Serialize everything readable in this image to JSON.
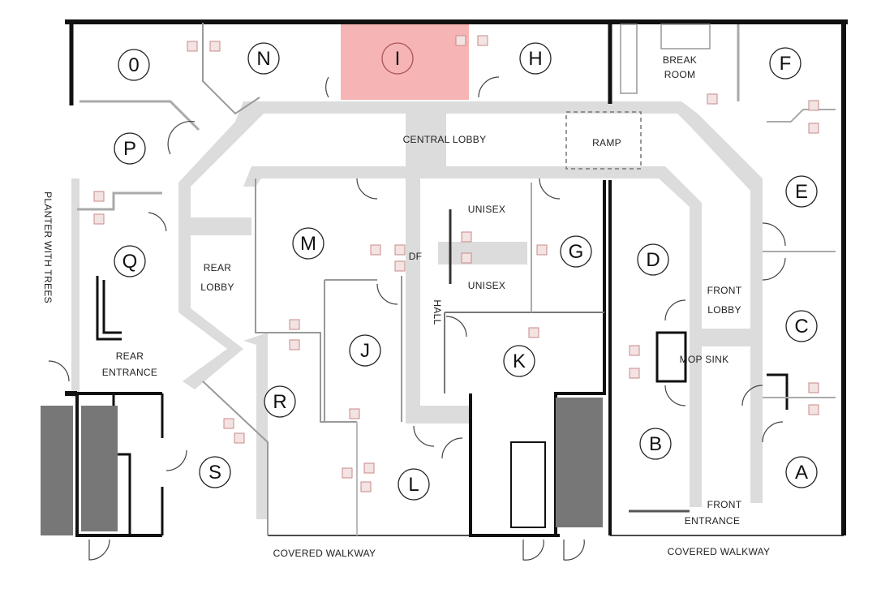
{
  "highlight_color": "#f7b4b4",
  "corridor_color": "#dcdcdc",
  "wall_color": "#111111",
  "fixture_color": "#c98a8a",
  "rooms": [
    {
      "id": "0",
      "highlighted": false
    },
    {
      "id": "N",
      "highlighted": false
    },
    {
      "id": "I",
      "highlighted": true
    },
    {
      "id": "H",
      "highlighted": false
    },
    {
      "id": "F",
      "highlighted": false
    },
    {
      "id": "P",
      "highlighted": false
    },
    {
      "id": "E",
      "highlighted": false
    },
    {
      "id": "Q",
      "highlighted": false
    },
    {
      "id": "M",
      "highlighted": false
    },
    {
      "id": "G",
      "highlighted": false
    },
    {
      "id": "D",
      "highlighted": false
    },
    {
      "id": "C",
      "highlighted": false
    },
    {
      "id": "J",
      "highlighted": false
    },
    {
      "id": "K",
      "highlighted": false
    },
    {
      "id": "R",
      "highlighted": false
    },
    {
      "id": "B",
      "highlighted": false
    },
    {
      "id": "S",
      "highlighted": false
    },
    {
      "id": "L",
      "highlighted": false
    },
    {
      "id": "A",
      "highlighted": false
    }
  ],
  "labels": {
    "break_room": [
      "BREAK",
      "ROOM"
    ],
    "central_lobby": "CENTRAL LOBBY",
    "ramp": "RAMP",
    "unisex_top": "UNISEX",
    "unisex_bottom": "UNISEX",
    "drinking_fountain": "DF",
    "rear_lobby": [
      "REAR",
      "LOBBY"
    ],
    "hall": "HALL",
    "front_lobby": [
      "FRONT",
      "LOBBY"
    ],
    "mop_sink": "MOP SINK",
    "rear_entrance": [
      "REAR",
      "ENTRANCE"
    ],
    "front_entrance": [
      "FRONT",
      "ENTRANCE"
    ],
    "covered_walkway_left": "COVERED WALKWAY",
    "covered_walkway_right": "COVERED WALKWAY",
    "planter": "PLANTER WITH TREES"
  }
}
